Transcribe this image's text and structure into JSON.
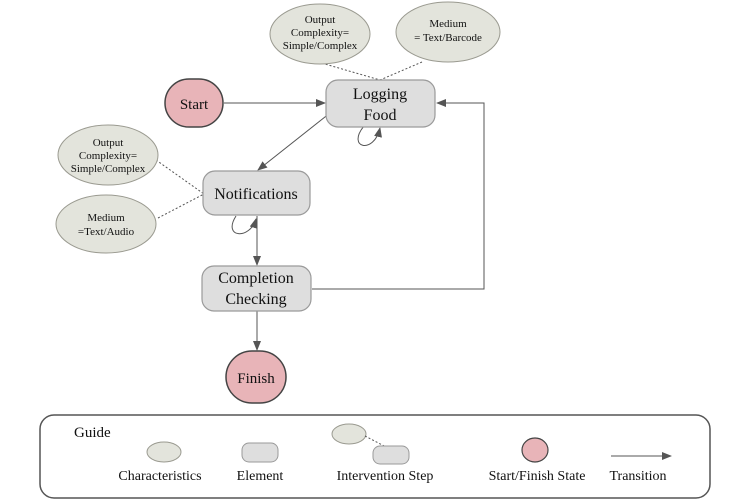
{
  "diagram": {
    "nodes": {
      "start": "Start",
      "finish": "Finish",
      "logging_food": [
        "Logging",
        "Food"
      ],
      "notifications": "Notifications",
      "completion_checking": [
        "Completion",
        "Checking"
      ]
    },
    "characteristics": {
      "logging_output": [
        "Output",
        "Complexity=",
        "Simple/Complex"
      ],
      "logging_medium": [
        "Medium",
        "= Text/Barcode"
      ],
      "notif_output": [
        "Output",
        "Complexity=",
        "Simple/Complex"
      ],
      "notif_medium": [
        "Medium",
        "=Text/Audio"
      ]
    }
  },
  "guide": {
    "title": "Guide",
    "characteristics": "Characteristics",
    "element": "Element",
    "intervention_step": "Intervention Step",
    "start_finish_state": "Start/Finish State",
    "transition": "Transition"
  },
  "colors": {
    "state_fill": "#e8b4b8",
    "step_fill": "#dedede",
    "characteristic_fill": "#e3e4dc"
  }
}
